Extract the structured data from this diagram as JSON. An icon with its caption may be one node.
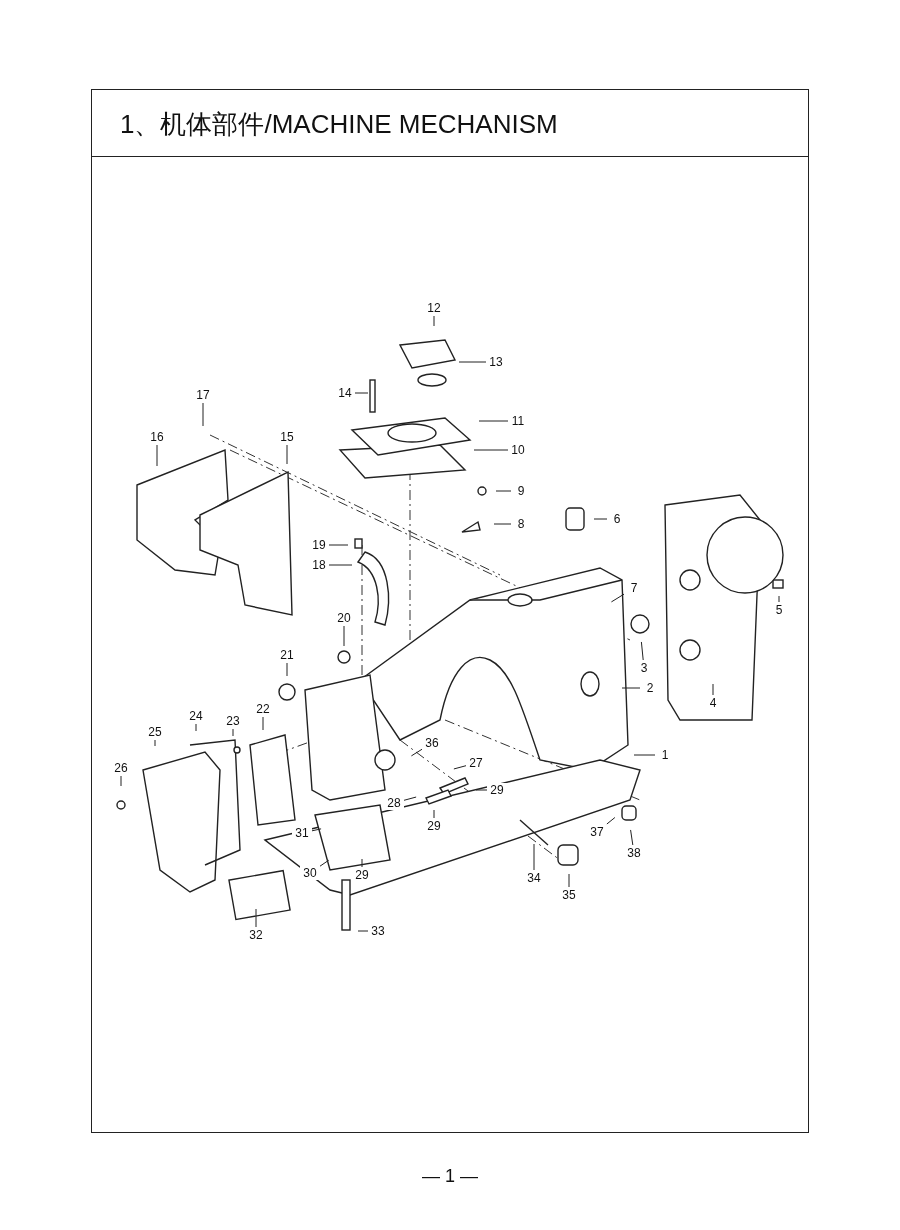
{
  "diagram": {
    "title": "1、机体部件/MACHINE MECHANISM",
    "nodes": [
      {
        "text": [
          "12"
        ]
      },
      {
        "text": [
          "13"
        ]
      },
      {
        "text": [
          "14"
        ]
      },
      {
        "text": [
          "17"
        ]
      },
      {
        "text": [
          "11"
        ]
      },
      {
        "text": [
          "16"
        ]
      },
      {
        "text": [
          "15"
        ]
      },
      {
        "text": [
          "10"
        ]
      },
      {
        "text": [
          "9"
        ]
      },
      {
        "text": [
          "6"
        ]
      },
      {
        "text": [
          "8"
        ]
      },
      {
        "text": [
          "19"
        ]
      },
      {
        "text": [
          "18"
        ]
      },
      {
        "text": [
          "7"
        ]
      },
      {
        "text": [
          "5"
        ]
      },
      {
        "text": [
          "20"
        ]
      },
      {
        "text": [
          "21"
        ]
      },
      {
        "text": [
          "3"
        ]
      },
      {
        "text": [
          "2"
        ]
      },
      {
        "text": [
          "4"
        ]
      },
      {
        "text": [
          "24"
        ]
      },
      {
        "text": [
          "22"
        ]
      },
      {
        "text": [
          "23"
        ]
      },
      {
        "text": [
          "25"
        ]
      },
      {
        "text": [
          "36"
        ]
      },
      {
        "text": [
          "1"
        ]
      },
      {
        "text": [
          "26"
        ]
      },
      {
        "text": [
          "27"
        ]
      },
      {
        "text": [
          "29"
        ]
      },
      {
        "text": [
          "28"
        ]
      },
      {
        "text": [
          "29"
        ]
      },
      {
        "text": [
          "37"
        ]
      },
      {
        "text": [
          "31"
        ]
      },
      {
        "text": [
          "38"
        ]
      },
      {
        "text": [
          "30"
        ]
      },
      {
        "text": [
          "29"
        ]
      },
      {
        "text": [
          "34"
        ]
      },
      {
        "text": [
          "35"
        ]
      },
      {
        "text": [
          "33"
        ]
      },
      {
        "text": [
          "32"
        ]
      }
    ],
    "edges": [
      {
        "from": 0,
        "to": null,
        "arrow": "none"
      },
      {
        "from": 1,
        "to": null,
        "arrow": "none"
      },
      {
        "from": 2,
        "to": null,
        "arrow": "none"
      },
      {
        "from": 3,
        "to": null,
        "arrow": "none"
      },
      {
        "from": 4,
        "to": null,
        "arrow": "none"
      },
      {
        "from": 5,
        "to": null,
        "arrow": "none"
      },
      {
        "from": 6,
        "to": null,
        "arrow": "none"
      },
      {
        "from": 7,
        "to": null,
        "arrow": "none"
      },
      {
        "from": 8,
        "to": null,
        "arrow": "none"
      },
      {
        "from": 9,
        "to": null,
        "arrow": "none"
      },
      {
        "from": 10,
        "to": null,
        "arrow": "none"
      },
      {
        "from": 11,
        "to": null,
        "arrow": "none"
      },
      {
        "from": 12,
        "to": null,
        "arrow": "none"
      },
      {
        "from": 13,
        "to": null,
        "arrow": "none"
      },
      {
        "from": 14,
        "to": null,
        "arrow": "none"
      },
      {
        "from": 15,
        "to": null,
        "arrow": "none"
      },
      {
        "from": 16,
        "to": null,
        "arrow": "none"
      },
      {
        "from": 17,
        "to": null,
        "arrow": "none"
      },
      {
        "from": 18,
        "to": null,
        "arrow": "none"
      },
      {
        "from": 19,
        "to": null,
        "arrow": "none"
      },
      {
        "from": 20,
        "to": null,
        "arrow": "none"
      },
      {
        "from": 21,
        "to": null,
        "arrow": "none"
      },
      {
        "from": 22,
        "to": null,
        "arrow": "none"
      },
      {
        "from": 23,
        "to": null,
        "arrow": "none"
      },
      {
        "from": 24,
        "to": null,
        "arrow": "none"
      },
      {
        "from": 25,
        "to": null,
        "arrow": "none"
      },
      {
        "from": 26,
        "to": null,
        "arrow": "none"
      },
      {
        "from": 27,
        "to": null,
        "arrow": "none"
      },
      {
        "from": 28,
        "to": null,
        "arrow": "none"
      },
      {
        "from": 29,
        "to": null,
        "arrow": "none"
      },
      {
        "from": 30,
        "to": null,
        "arrow": "none"
      },
      {
        "from": 31,
        "to": null,
        "arrow": "none"
      },
      {
        "from": 32,
        "to": null,
        "arrow": "none"
      },
      {
        "from": 33,
        "to": null,
        "arrow": "none"
      },
      {
        "from": 34,
        "to": null,
        "arrow": "none"
      },
      {
        "from": 35,
        "to": null,
        "arrow": "none"
      },
      {
        "from": 36,
        "to": null,
        "arrow": "none"
      },
      {
        "from": 37,
        "to": null,
        "arrow": "none"
      },
      {
        "from": 38,
        "to": null,
        "arrow": "none"
      },
      {
        "from": 39,
        "to": null,
        "arrow": "none"
      }
    ],
    "labels": [
      "— 1 —"
    ]
  }
}
